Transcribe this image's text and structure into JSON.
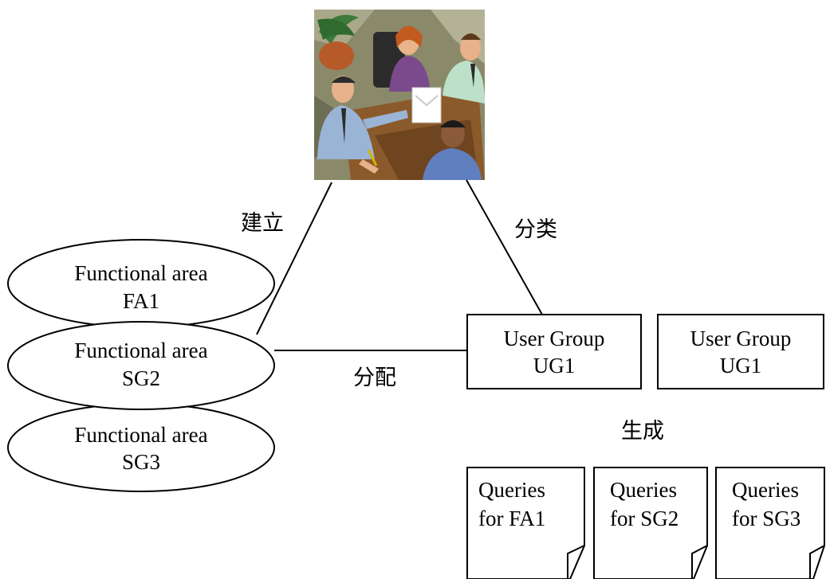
{
  "picture": {
    "name": "business-meeting-clipart"
  },
  "edge_labels": {
    "build": "建立",
    "classify": "分类",
    "assign": "分配",
    "generate": "生成"
  },
  "functional_areas": [
    {
      "line1": "Functional area",
      "line2": "FA1"
    },
    {
      "line1": "Functional area",
      "line2": "SG2"
    },
    {
      "line1": "Functional area",
      "line2": "SG3"
    }
  ],
  "user_groups": [
    {
      "line1": "User Group",
      "line2": "UG1"
    },
    {
      "line1": "User Group",
      "line2": "UG1"
    }
  ],
  "queries": [
    {
      "line1": "Queries",
      "line2": "for FA1"
    },
    {
      "line1": "Queries",
      "line2": "for SG2"
    },
    {
      "line1": "Queries",
      "line2": "for SG3"
    }
  ]
}
